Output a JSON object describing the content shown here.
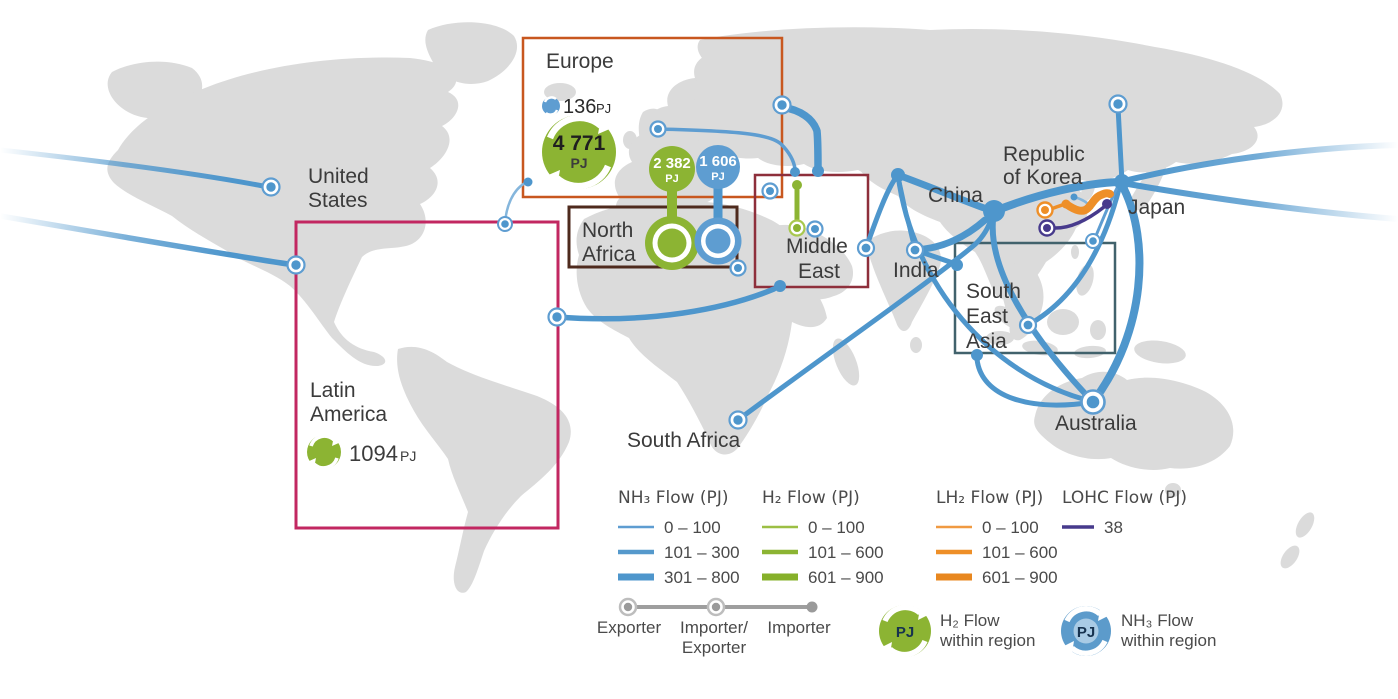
{
  "regions": {
    "united_states": [
      "United",
      "States"
    ],
    "europe": "Europe",
    "latin_america": [
      "Latin",
      "America"
    ],
    "north_africa": [
      "North",
      "Africa"
    ],
    "middle_east": [
      "Middle",
      "East"
    ],
    "south_africa": "South Africa",
    "india": "India",
    "china": "China",
    "republic_of_korea": [
      "Republic",
      "of Korea"
    ],
    "japan": "Japan",
    "south_east_asia": [
      "South",
      "East",
      "Asia"
    ],
    "australia": "Australia"
  },
  "flow_values": {
    "europe_nh3_within": {
      "value": "136",
      "unit": "PJ"
    },
    "europe_h2_within": {
      "value": "4 771",
      "unit": "PJ"
    },
    "north_africa_to_europe_h2": {
      "value": "2 382",
      "unit": "PJ"
    },
    "north_africa_to_europe_nh3": {
      "value": "1 606",
      "unit": "PJ"
    },
    "latin_america_h2_within": {
      "value": "1094",
      "unit": "PJ"
    }
  },
  "legend": {
    "nh3": {
      "title": "NH₃ Flow (PJ)",
      "ranges": [
        "0 – 100",
        "101 – 300",
        "301 – 800"
      ]
    },
    "h2": {
      "title": "H₂ Flow (PJ)",
      "ranges": [
        "0 – 100",
        "101 – 600",
        "601 – 900"
      ]
    },
    "lh2": {
      "title": "LH₂ Flow (PJ)",
      "ranges": [
        "0 – 100",
        "101 – 600",
        "601 – 900"
      ]
    },
    "lohc": {
      "title": "LOHC Flow (PJ)",
      "ranges": [
        "38"
      ]
    },
    "markers": {
      "exporter": "Exporter",
      "importer_exporter": [
        "Importer/",
        "Exporter"
      ],
      "importer": "Importer"
    },
    "badges": {
      "h2_within": {
        "pj": "PJ",
        "label": [
          "H₂ Flow",
          "within region"
        ]
      },
      "nh3_within": {
        "pj": "PJ",
        "label": [
          "NH₃ Flow",
          "within region"
        ]
      }
    }
  },
  "colors": {
    "nh3_flow": "#4E96CC",
    "h2_flow": "#8CB433",
    "lh2_flow": "#EE8F28",
    "lohc_flow": "#473A8C",
    "europe_box": "#C8571F",
    "latin_america_box": "#C22761",
    "middle_east_box": "#8E2F3B",
    "north_africa_box": "#4E2A1D",
    "south_east_asia_box": "#41626C",
    "land": "#DBDBDB"
  }
}
